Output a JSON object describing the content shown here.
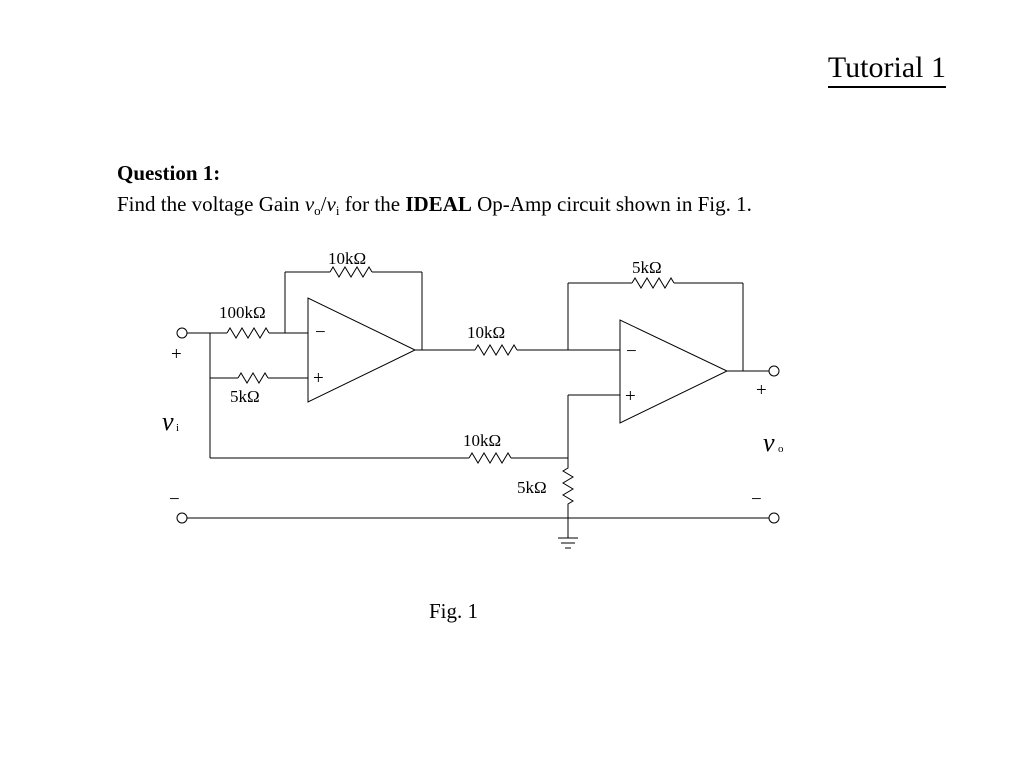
{
  "header": {
    "title": "Tutorial 1"
  },
  "question": {
    "heading": "Question 1:",
    "text_pre": "Find the voltage Gain ",
    "vo_sym": "v",
    "vo_sub": "o",
    "slash": "/",
    "vi_sym": "v",
    "vi_sub": "i",
    "text_mid": " for the ",
    "bold_word": "IDEAL",
    "text_post": " Op-Amp circuit shown in Fig. 1."
  },
  "circuit": {
    "r_feedback_1": "10kΩ",
    "r_input_1": "100kΩ",
    "r_noninv_1": "5kΩ",
    "r_series_2": "10kΩ",
    "r_feedback_2": "5kΩ",
    "r_divider_top": "10kΩ",
    "r_divider_bottom": "5kΩ",
    "opamp1_minus": "−",
    "opamp1_plus": "+",
    "opamp2_minus": "−",
    "opamp2_plus": "+",
    "input_plus": "+",
    "input_minus": "−",
    "vi_sym": "v",
    "vi_sub": "i",
    "output_plus": "+",
    "output_minus": "−",
    "vo_sym": "v",
    "vo_sub": "o"
  },
  "figure": {
    "caption": "Fig. 1"
  }
}
